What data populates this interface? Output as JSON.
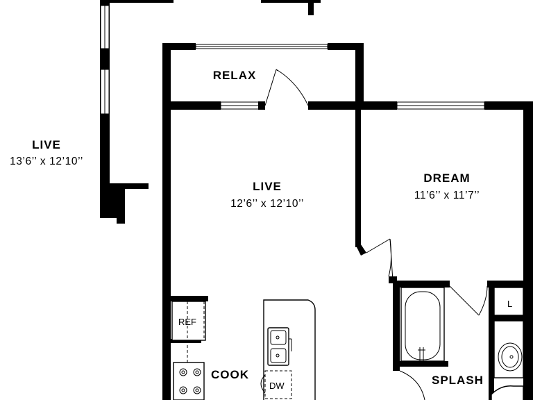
{
  "rooms": {
    "relax": {
      "name": "RELAX"
    },
    "live": {
      "name": "LIVE",
      "dims": "12’6’’ x 12’10’’"
    },
    "live_partial": {
      "name": "LIVE",
      "dims": "13’6’’ x 12’10’’"
    },
    "dream": {
      "name": "DREAM",
      "dims": "11’6’’ x 11’7’’"
    },
    "cook": {
      "name": "COOK"
    },
    "splash": {
      "name": "SPLASH"
    }
  },
  "fixtures": {
    "ref": "REF",
    "dw": "DW",
    "linen": "L"
  },
  "colors": {
    "wall": "#000000",
    "background": "#ffffff"
  }
}
